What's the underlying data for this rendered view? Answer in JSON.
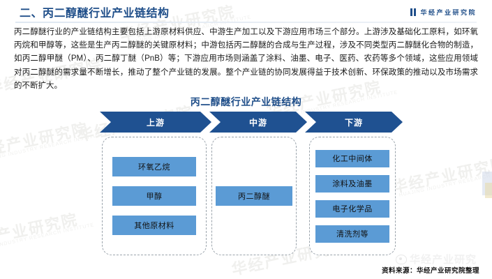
{
  "header": {
    "title": "二、丙二醇醚行业产业链结构",
    "logo_icon": "bookmark-bars-icon",
    "logo_text": "华经产业研究院"
  },
  "body": {
    "paragraph": "丙二醇醚行业的产业链结构主要包括上游原材料供应、中游生产加工以及下游应用市场三个部分。上游涉及基础化工原料，如环氧丙烷和甲醇等，这些是生产丙二醇醚的关键原材料；中游包括丙二醇醚的合成与生产过程，涉及不同类型丙二醇醚化合物的制造，如丙二醇甲醚（PM）、丙二醇丁醚（PnB）等；下游应用市场则涵盖了涂料、油墨、电子、医药、农药等多个领域，这些应用领域对丙二醇醚的需求量不断增长，推动了整个产业链的发展。整个产业链的协同发展得益于技术创新、环保政策的推动以及市场需求的不断扩大。"
  },
  "figure": {
    "title": "丙二醇醚行业产业链结构",
    "stages": [
      {
        "label": "上游",
        "items": [
          "环氧乙烷",
          "甲醇",
          "其他原材料"
        ]
      },
      {
        "label": "中游",
        "items": [
          "丙二醇醚"
        ]
      },
      {
        "label": "下游",
        "items": [
          "化工中间体",
          "涂料及油墨",
          "电子化学品",
          "清洗剂等"
        ]
      }
    ]
  },
  "footer": {
    "source": "资料来源：华经产业研究院整理",
    "watermark_icon": "weibo-eye-icon",
    "watermark_text": "华经产业研究"
  },
  "watermarks": {
    "main": "华经产业研究院",
    "sub": "HUAJING INDUSTRY RESEARCH INSTITUTE"
  },
  "colors": {
    "brand_dark_blue": "#1f4e89",
    "chevron_blue": "#1f5191",
    "item_blue": "#5b9bd5",
    "dashed_border": "#9aa3ab",
    "watermark_grey": "#f0f0ee"
  }
}
